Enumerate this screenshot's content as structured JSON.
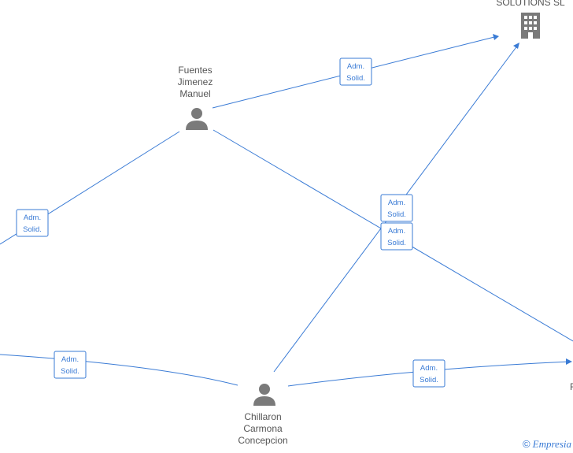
{
  "nodes": {
    "fuentes": {
      "label_lines": [
        "Fuentes",
        "Jimenez",
        "Manuel"
      ]
    },
    "chillaron": {
      "label_lines": [
        "Chillaron",
        "Carmona",
        "Concepcion"
      ]
    },
    "company": {
      "label_lines": [
        "SOLUTIONS  SL"
      ]
    },
    "right_partial": {
      "label_lines": [
        "F"
      ]
    }
  },
  "relation_label": {
    "line1": "Adm.",
    "line2": "Solid."
  },
  "watermark": {
    "copyright_symbol": "©",
    "brand": "mpresia",
    "brand_initial": "E"
  },
  "colors": {
    "edge": "#3a7bd5",
    "icon": "#7a7a7a",
    "label": "#555555"
  }
}
